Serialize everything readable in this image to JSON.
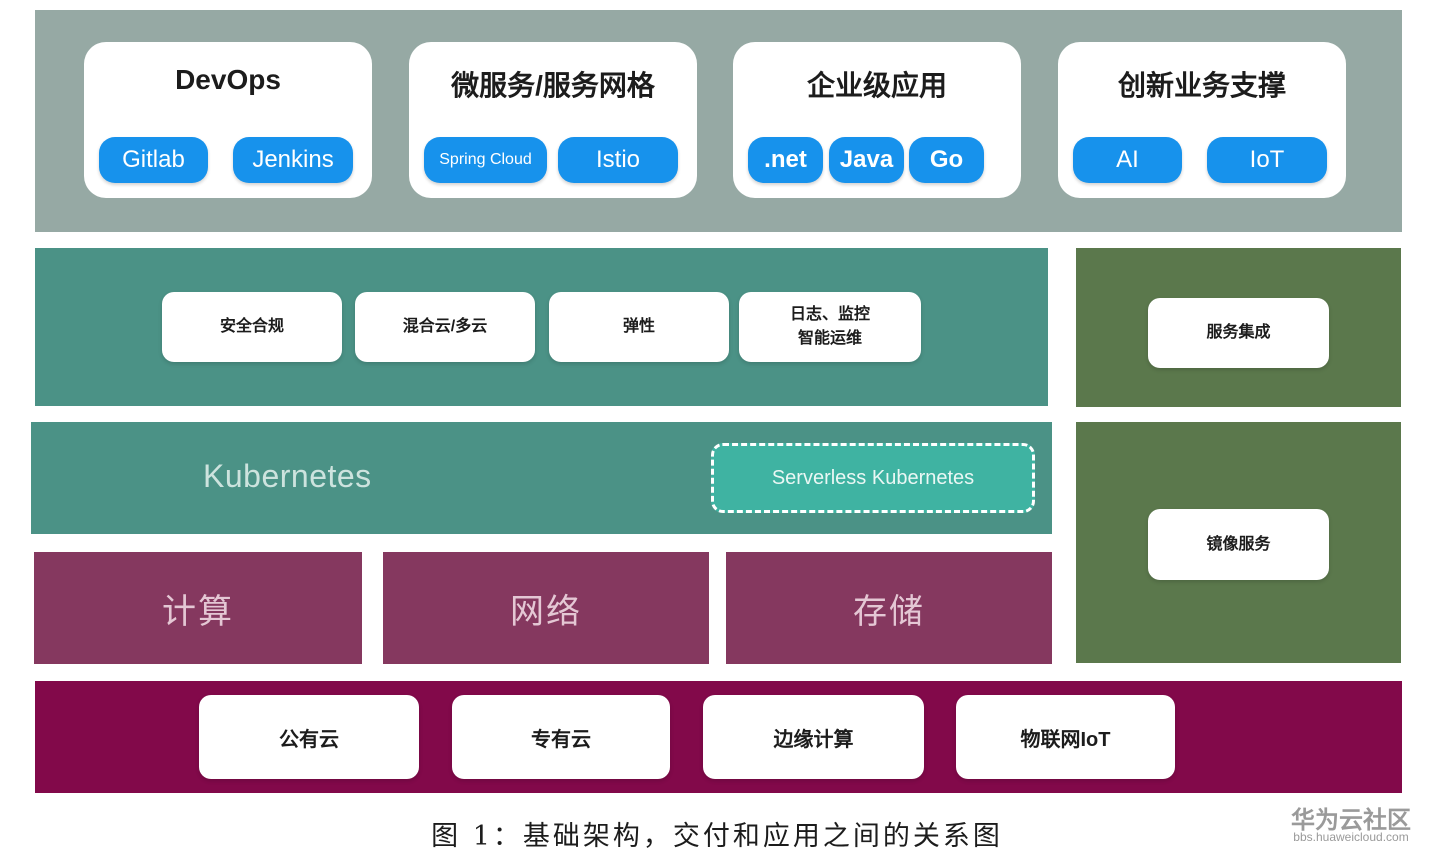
{
  "top_layer": {
    "groups": [
      {
        "title": "DevOps",
        "items": [
          "Gitlab",
          "Jenkins"
        ]
      },
      {
        "title": "微服务/服务网格",
        "items": [
          "Spring Cloud",
          "Istio"
        ]
      },
      {
        "title": "企业级应用",
        "items": [
          ".net",
          "Java",
          "Go"
        ]
      },
      {
        "title": "创新业务支撑",
        "items": [
          "AI",
          "IoT"
        ]
      }
    ]
  },
  "capability_layer": {
    "items": [
      "安全合规",
      "混合云/多云",
      "弹性"
    ],
    "logging_line1": "日志、监控",
    "logging_line2": "智能运维"
  },
  "side_services": {
    "service_integration": "服务集成",
    "image_service": "镜像服务"
  },
  "kubernetes_layer": {
    "label": "Kubernetes",
    "serverless": "Serverless Kubernetes"
  },
  "resource_layer": {
    "items": [
      "计算",
      "网络",
      "存储"
    ]
  },
  "deployment_layer": {
    "items": [
      "公有云",
      "专有云",
      "边缘计算",
      "物联网IoT"
    ]
  },
  "caption": "图 1：基础架构，交付和应用之间的关系图",
  "watermark": {
    "name": "华为云社区",
    "url": "bbs.huaweicloud.com"
  },
  "colors": {
    "top_band": "#96a9a4",
    "teal_band": "#4b9286",
    "green_band": "#5b784c",
    "purple_band": "#85385f",
    "base_band": "#82094a",
    "pill_blue": "#1792ec",
    "serverless_fill": "#3fb3a2"
  }
}
